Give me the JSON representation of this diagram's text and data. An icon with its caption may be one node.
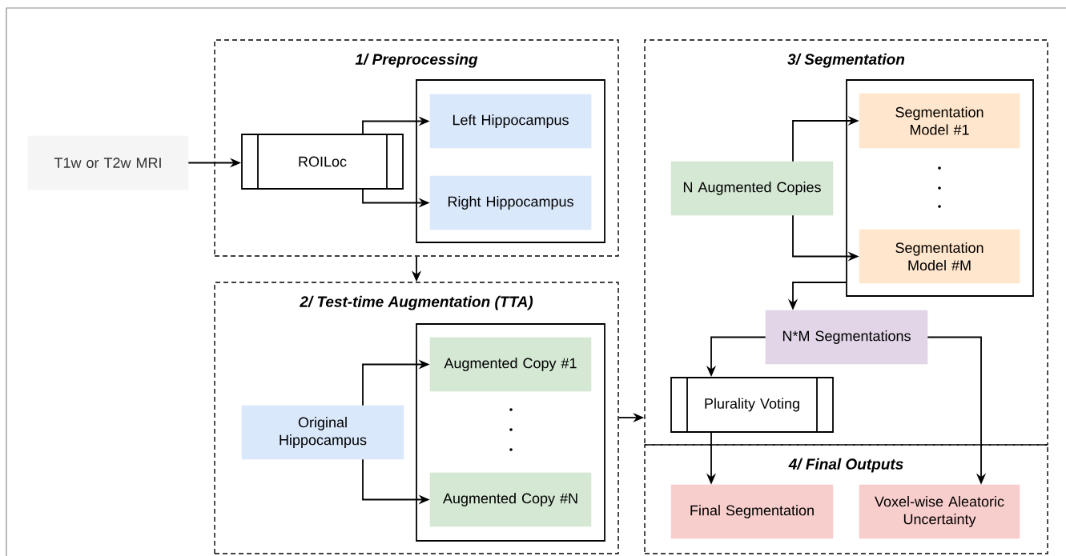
{
  "diagram": {
    "nodes": [
      {
        "text": [
          "T1w or T2w MRI"
        ]
      },
      {
        "text": [
          "1/ Preprocessing"
        ]
      },
      {
        "text": [
          "ROILoc"
        ],
        "in": 1
      },
      {
        "text": [],
        "shape": "box",
        "in": 1
      },
      {
        "text": [
          "Left Hippocampus"
        ],
        "in": 3
      },
      {
        "text": [
          "Right Hippocampus"
        ],
        "in": 3
      },
      {
        "text": [
          "2/ Test-time Augmentation (TTA)"
        ]
      },
      {
        "text": [
          "Original Hippocampus"
        ],
        "in": 6
      },
      {
        "text": [],
        "shape": "box",
        "in": 6
      },
      {
        "text": [
          "Augmented Copy #1"
        ],
        "in": 8
      },
      {
        "text": [
          "Augmented Copy #N"
        ],
        "in": 8
      },
      {
        "text": [
          "3/ Segmentation"
        ]
      },
      {
        "text": [
          "N Augmented Copies"
        ],
        "in": 11
      },
      {
        "text": [],
        "shape": "box",
        "in": 11
      },
      {
        "text": [
          "Segmentation Model #1"
        ],
        "in": 13
      },
      {
        "text": [
          "Segmentation Model #M"
        ],
        "in": 13
      },
      {
        "text": [
          "N*M Segmentations"
        ],
        "in": 11
      },
      {
        "text": [
          "Plurality Voting"
        ],
        "in": 11
      },
      {
        "text": [
          "4/ Final Outputs"
        ]
      },
      {
        "text": [
          "Final Segmentation"
        ],
        "in": 18
      },
      {
        "text": [
          "Voxel-wise Aleatoric Uncertainty"
        ],
        "in": 18
      }
    ],
    "edges": [
      {
        "from": 0,
        "to": 2,
        "arrow": "to"
      },
      {
        "from": 2,
        "to": 4,
        "arrow": "to"
      },
      {
        "from": 2,
        "to": 5,
        "arrow": "to"
      },
      {
        "from": 1,
        "to": 6,
        "arrow": "to"
      },
      {
        "from": 7,
        "to": 9,
        "arrow": "to"
      },
      {
        "from": 7,
        "to": 10,
        "arrow": "to"
      },
      {
        "from": 6,
        "to": 11,
        "arrow": "to"
      },
      {
        "from": 12,
        "to": 14,
        "arrow": "to"
      },
      {
        "from": 12,
        "to": 15,
        "arrow": "to"
      },
      {
        "from": 13,
        "to": 16,
        "arrow": "to"
      },
      {
        "from": 16,
        "to": 17,
        "arrow": "to"
      },
      {
        "from": 16,
        "to": 20,
        "arrow": "to"
      },
      {
        "from": 17,
        "to": 19,
        "arrow": "to"
      }
    ]
  }
}
